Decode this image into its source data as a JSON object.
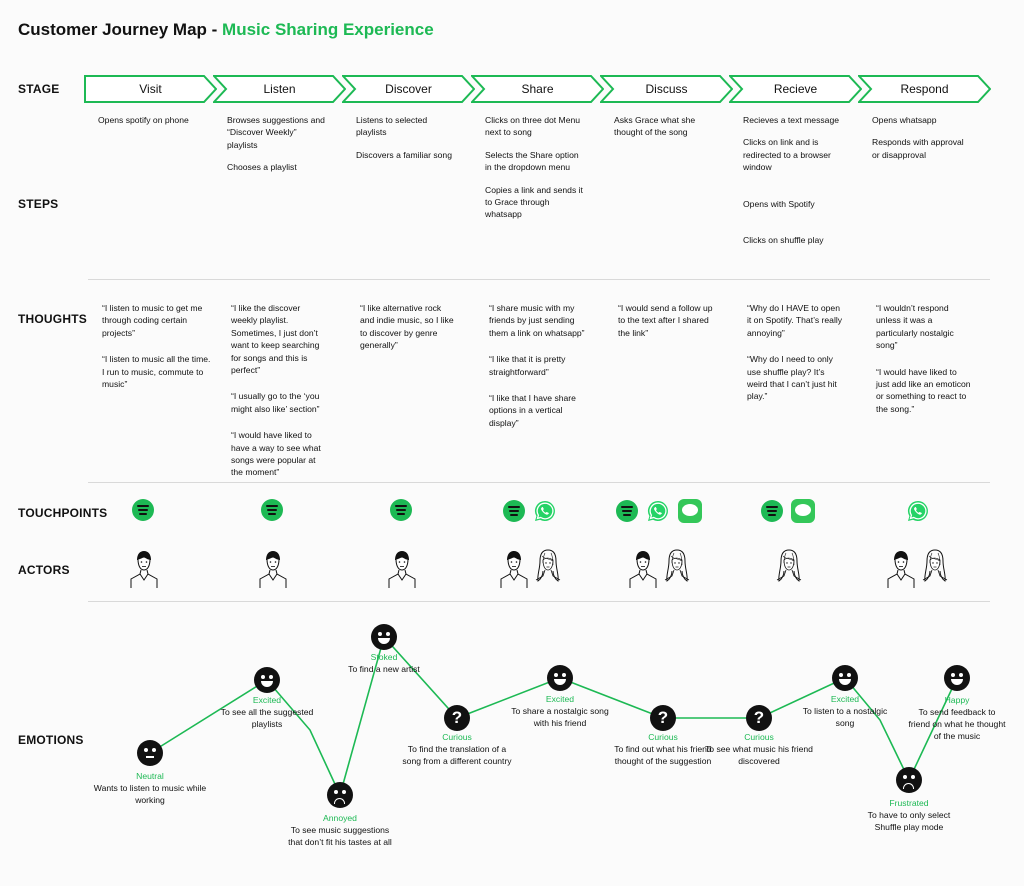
{
  "title": {
    "main": "Customer Journey Map - ",
    "accent": "Music Sharing Experience"
  },
  "row_labels": {
    "stage": "STAGE",
    "steps": "STEPS",
    "thoughts": "THOUGHTS",
    "touchpoints": "TOUCHPOINTS",
    "actors": "ACTORS",
    "emotions": "EMOTIONS"
  },
  "colors": {
    "accent": "#1db954",
    "whatsapp": "#25d366",
    "messages": "#34c759"
  },
  "stages": [
    "Visit",
    "Listen",
    "Discover",
    "Share",
    "Discuss",
    "Recieve",
    "Respond"
  ],
  "steps": [
    [
      "Opens spotify on phone"
    ],
    [
      "Browses suggestions and “Discover Weekly” playlists",
      "Chooses a playlist"
    ],
    [
      "Listens to selected playlists",
      "Discovers a familiar song"
    ],
    [
      "Clicks on three dot Menu next to song",
      "Selects the Share option in the dropdown menu",
      "Copies a link and sends it to Grace through whatsapp"
    ],
    [
      "Asks Grace what she thought of the song"
    ],
    [
      "Recieves a text message",
      "Clicks on link and is redirected to a browser window",
      "Opens with Spotify",
      "Clicks on shuffle play"
    ],
    [
      "Opens whatsapp",
      "Responds with approval or disapproval"
    ]
  ],
  "thoughts": [
    [
      "“I  listen to music to get me through coding certain projects”",
      "“I  listen to music all the time. I run to music, commute to music”"
    ],
    [
      "“I like the discover weekly playlist. Sometimes, I just don’t want to keep searching for songs and this is perfect”",
      "“I usually go to the ‘you might also like’ section”",
      "“I would have liked to have a way to see what songs were popular at the moment”"
    ],
    [
      "“I like alternative rock and indie music, so I like to discover by genre generally”"
    ],
    [
      "“I share music with my friends by just sending them a link on whatsapp”",
      "“I like that it is pretty straightforward”",
      "“I like that I have share options in a vertical display”"
    ],
    [
      "“I would send a follow up to the text after I shared the link”"
    ],
    [
      "“Why do I HAVE to open it on Spotify. That’s really annoying”",
      "“Why do I need to only use shuffle play? It’s weird that I can’t just hit play.”"
    ],
    [
      "“I wouldn’t respond unless it was a particularly nostalgic song”",
      "“I would have liked to just add like an emoticon or something to react to the song.”"
    ]
  ],
  "touchpoints": [
    [
      "spotify-icon"
    ],
    [
      "spotify-icon"
    ],
    [
      "spotify-icon"
    ],
    [
      "spotify-icon",
      "whatsapp-icon"
    ],
    [
      "spotify-icon",
      "whatsapp-icon",
      "messages-icon"
    ],
    [
      "spotify-icon",
      "messages-icon"
    ],
    [
      "whatsapp-icon"
    ]
  ],
  "actors": [
    [
      "man"
    ],
    [
      "man"
    ],
    [
      "man"
    ],
    [
      "man",
      "woman"
    ],
    [
      "man",
      "woman"
    ],
    [
      "woman"
    ],
    [
      "man",
      "woman"
    ]
  ],
  "emotions": [
    {
      "name": "Neutral",
      "face": "neutral",
      "text": "Wants to listen to music while working"
    },
    {
      "name": "Excited",
      "face": "happy",
      "text": "To see all the suggested playlists"
    },
    {
      "name": "Annoyed",
      "face": "sad",
      "text": "To see music suggestions that don’t fit his tastes at all"
    },
    {
      "name": "Stoked",
      "face": "happy",
      "text": "To find a new artist"
    },
    {
      "name": "Curious",
      "face": "question",
      "text": "To find the translation of a song from a different country"
    },
    {
      "name": "Excited",
      "face": "happy",
      "text": "To share a nostalgic song with his friend"
    },
    {
      "name": "Curious",
      "face": "question",
      "text": "To find out what his friend thought of the suggestion"
    },
    {
      "name": "Curious",
      "face": "question",
      "text": "To see what music his friend discovered"
    },
    {
      "name": "Excited",
      "face": "happy",
      "text": "To listen to a nostalgic song"
    },
    {
      "name": "Frustrated",
      "face": "sad",
      "text": "To have to only select Shuffle play mode"
    },
    {
      "name": "Happy",
      "face": "happy",
      "text": "To send feedback to friend on what he thought of the music"
    }
  ]
}
